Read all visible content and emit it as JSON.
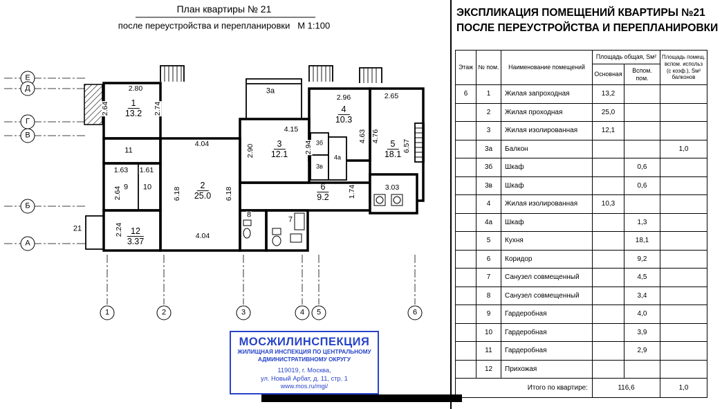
{
  "plan": {
    "title_line1": "План квартиры № 21",
    "title_line2": "после переустройства и перепланировки   М 1:100",
    "axes_rows": [
      "Е",
      "Д",
      "Г",
      "В",
      "Б",
      "А"
    ],
    "axes_cols": [
      "1",
      "2",
      "3",
      "4",
      "5",
      "6"
    ],
    "rooms": [
      {
        "num": "1",
        "area": "13.2"
      },
      {
        "num": "2",
        "area": "25.0"
      },
      {
        "num": "3",
        "area": "12.1"
      },
      {
        "num": "4",
        "area": "10.3"
      },
      {
        "num": "5",
        "area": "18.1"
      },
      {
        "num": "6",
        "area": "9.2"
      },
      {
        "num": "12",
        "area": "3.37"
      }
    ],
    "small_labels": [
      "11",
      "9",
      "10",
      "7",
      "8",
      "3а",
      "3б",
      "3в",
      "4а",
      "21"
    ],
    "dims": [
      "2.80",
      "2.64",
      "2.74",
      "2.96",
      "2.65",
      "4.15",
      "2.90",
      "2.94",
      "4.63",
      "4.76",
      "6.57",
      "4.04",
      "1.63",
      "1.61",
      "2.64",
      "6.18",
      "6.18",
      "1.74",
      "3.03",
      "2.24",
      "4.04"
    ]
  },
  "stamp": {
    "title": "МОСЖИЛИНСПЕКЦИЯ",
    "line2": "ЖИЛИЩНАЯ ИНСПЕКЦИЯ ПО ЦЕНТРАЛЬНОМУ",
    "line3": "АДМИНИСТРАТИВНОМУ ОКРУГУ",
    "line4": "119019, г. Москва,",
    "line5": "ул. Новый Арбат, д. 11, стр. 1",
    "url": "www.mos.ru/mgi/"
  },
  "colors": {
    "stamp_blue": "#2743c8"
  },
  "table": {
    "title_line1": "ЭКСПЛИКАЦИЯ ПОМЕЩЕНИЙ КВАРТИРЫ №21",
    "title_line2": "ПОСЛЕ ПЕРЕУСТРОЙСТВА И ПЕРЕПЛАНИРОВКИ",
    "headers": {
      "floor": "Этаж",
      "room_no": "№ пом.",
      "name": "Наименование помещений",
      "area_group": "Площадь общая, Sм²",
      "main": "Основная",
      "aux": "Вспом. пом.",
      "balcony": "Площадь помещ. вспом. использ (с коэф.), Sм² балконов"
    },
    "rows": [
      {
        "floor": "6",
        "no": "1",
        "name": "Жилая запроходная",
        "main": "13,2",
        "aux": "",
        "balcony": ""
      },
      {
        "floor": "",
        "no": "2",
        "name": "Жилая проходная",
        "main": "25,0",
        "aux": "",
        "balcony": ""
      },
      {
        "floor": "",
        "no": "3",
        "name": "Жилая изолированная",
        "main": "12,1",
        "aux": "",
        "balcony": ""
      },
      {
        "floor": "",
        "no": "3а",
        "name": "Балкон",
        "main": "",
        "aux": "",
        "balcony": "1,0"
      },
      {
        "floor": "",
        "no": "3б",
        "name": "Шкаф",
        "main": "",
        "aux": "0,6",
        "balcony": ""
      },
      {
        "floor": "",
        "no": "3в",
        "name": "Шкаф",
        "main": "",
        "aux": "0,6",
        "balcony": ""
      },
      {
        "floor": "",
        "no": "4",
        "name": "Жилая изолированная",
        "main": "10,3",
        "aux": "",
        "balcony": ""
      },
      {
        "floor": "",
        "no": "4а",
        "name": "Шкаф",
        "main": "",
        "aux": "1,3",
        "balcony": ""
      },
      {
        "floor": "",
        "no": "5",
        "name": "Кухня",
        "main": "",
        "aux": "18,1",
        "balcony": ""
      },
      {
        "floor": "",
        "no": "6",
        "name": "Коридор",
        "main": "",
        "aux": "9,2",
        "balcony": ""
      },
      {
        "floor": "",
        "no": "7",
        "name": "Санузел совмещенный",
        "main": "",
        "aux": "4,5",
        "balcony": ""
      },
      {
        "floor": "",
        "no": "8",
        "name": "Санузел совмещенный",
        "main": "",
        "aux": "3,4",
        "balcony": ""
      },
      {
        "floor": "",
        "no": "9",
        "name": "Гардеробная",
        "main": "",
        "aux": "4,0",
        "balcony": ""
      },
      {
        "floor": "",
        "no": "10",
        "name": "Гардеробная",
        "main": "",
        "aux": "3,9",
        "balcony": ""
      },
      {
        "floor": "",
        "no": "11",
        "name": "Гардеробная",
        "main": "",
        "aux": "2,9",
        "balcony": ""
      },
      {
        "floor": "",
        "no": "12",
        "name": "Прихожая",
        "main": "",
        "aux": "",
        "balcony": ""
      }
    ],
    "total_label": "Итого по квартире:",
    "total_area": "116,6",
    "total_balcony": "1,0"
  }
}
